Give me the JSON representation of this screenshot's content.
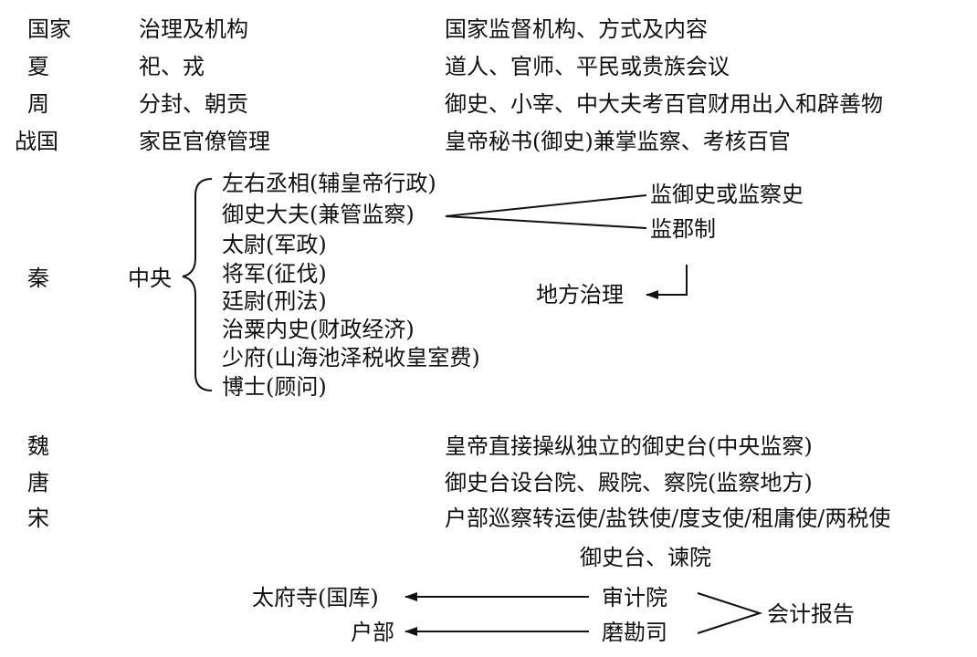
{
  "header": {
    "col1": "国家",
    "col2": "治理及机构",
    "col3": "国家监督机构、方式及内容"
  },
  "rows": [
    {
      "state": "夏",
      "governance": "祀、戎",
      "supervision": "道人、官师、平民或贵族会议"
    },
    {
      "state": "周",
      "governance": "分封、朝贡",
      "supervision": "御史、小宰、中大夫考百官财用出入和辟善物"
    },
    {
      "state": "战国",
      "governance": "家臣官僚管理",
      "supervision": "皇帝秘书(御史)兼掌监察、考核百官"
    }
  ],
  "qin": {
    "state": "秦",
    "central": "中央",
    "officials": [
      "左右丞相(辅皇帝行政)",
      "御史大夫(兼管监察)",
      "太尉(军政)",
      "将军(征伐)",
      "廷尉(刑法)",
      "治粟内史(财政经济)",
      "少府(山海池泽税收皇室费)",
      "博士(顾问)"
    ],
    "branch_top": "监御史或监察史",
    "branch_bottom": "监郡制",
    "local": "地方治理"
  },
  "later": [
    {
      "state": "魏",
      "supervision": "皇帝直接操纵独立的御史台(中央监察)"
    },
    {
      "state": "唐",
      "supervision": "御史台设台院、殿院、察院(监察地方)"
    },
    {
      "state": "宋",
      "supervision": "户部巡察转运使/盐铁使/度支使/租庸使/两税使"
    }
  ],
  "song": {
    "censorate": "御史台、谏院",
    "audit_court": "审计院",
    "treasury": "太府寺(国库)",
    "mokan": "磨勘司",
    "hubu": "户部",
    "report": "会计报告"
  }
}
